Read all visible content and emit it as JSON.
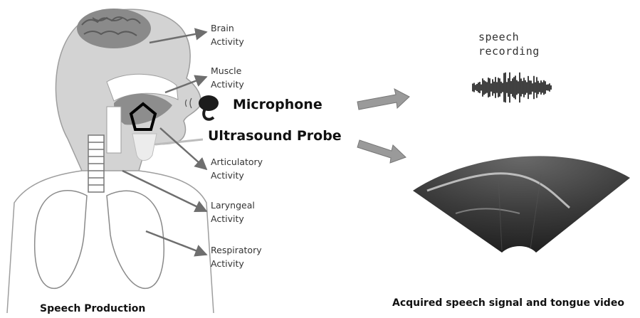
{
  "labels": {
    "brain": "Brain\nActivity",
    "muscle": "Muscle\nActivity",
    "articulatory": "Articulatory\nActivity",
    "laryngeal": "Laryngeal\nActivity",
    "respiratory": "Respiratory\nActivity"
  },
  "devices": {
    "microphone": "Microphone",
    "probe": "Ultrasound Probe"
  },
  "recording": "speech\nrecording",
  "captions": {
    "left": "Speech Production",
    "right": "Acquired speech signal and tongue video"
  },
  "colors": {
    "head": "#d0d0d0",
    "brain": "#8a8a8a",
    "arrow": "#6e6e6e",
    "block_arrow": "#9a9a9a",
    "ultrasound": "#2b2b2b"
  }
}
